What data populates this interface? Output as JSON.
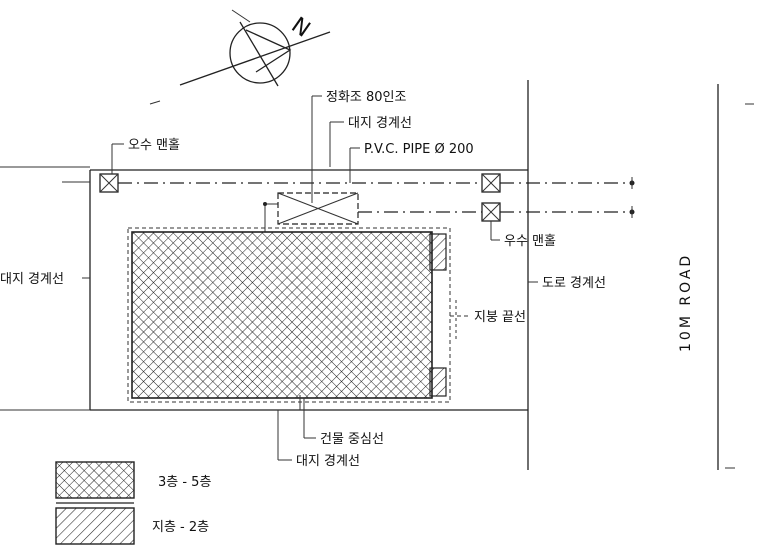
{
  "compass": {
    "label": "N"
  },
  "labels": {
    "septic_tank": "정화조 80인조",
    "lot_line_top": "대지 경계선",
    "pvc_pipe": "P.V.C.  PIPE Ø 200",
    "sewage_manhole": "오수 맨홀",
    "storm_manhole": "우수 맨홀",
    "lot_line_left": "대지 경계선",
    "road_line": "도로 경계선",
    "roof_edge": "지붕 끝선",
    "building_center": "건물 중심선",
    "lot_line_bottom": "대지 경계선",
    "road": "10M ROAD"
  },
  "legend": [
    {
      "label": "3층 - 5층",
      "pattern": "crosshatch"
    },
    {
      "label": "지층 - 2층",
      "pattern": "diagonal"
    }
  ],
  "colors": {
    "ink": "#222222",
    "paper": "#ffffff"
  }
}
